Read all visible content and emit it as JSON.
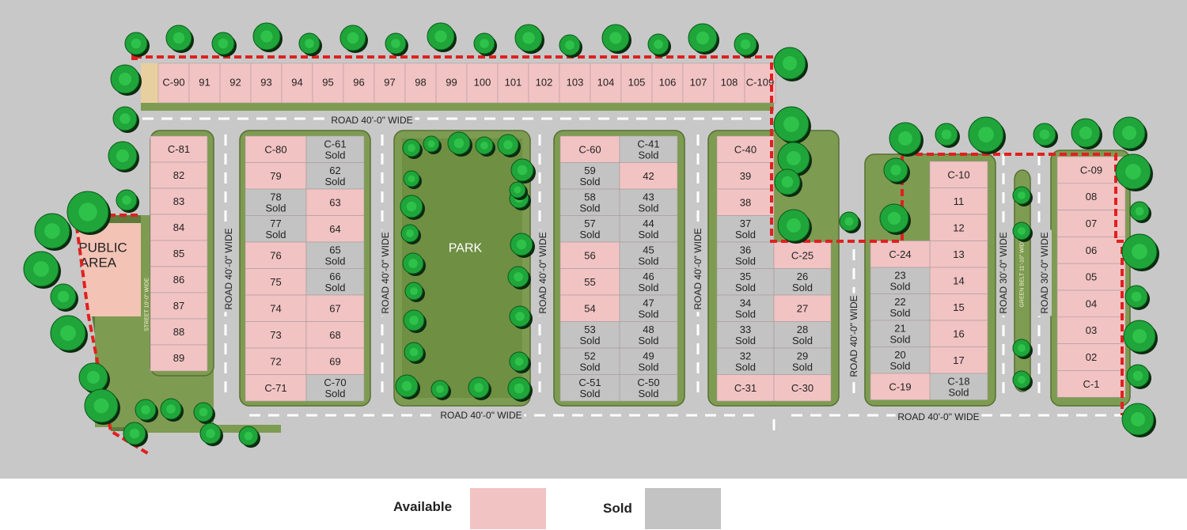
{
  "colors": {
    "available": "#f2c3c3",
    "sold": "#c3c3c3",
    "road": "#c8c8c8",
    "grass": "#7e9b52",
    "grass_dark": "#5f7a3a",
    "boundary": "#e02020",
    "public_area": "#f3c3b6",
    "tree": "#1fa53a"
  },
  "labels": {
    "road_40_h": "ROAD 40'-0\" WIDE",
    "road_40_v": "ROAD 40'-0\" WIDE",
    "road_30_v": "ROAD 30'-0\" WIDE",
    "park": "PARK",
    "public_area_1": "PUBLIC",
    "public_area_2": "AREA",
    "street": "STREET 10'-0\" WIDE",
    "green_belt": "GREEN BELT 11'-10\" WIDE"
  },
  "legend": {
    "available": "Available",
    "sold": "Sold"
  },
  "plots": {
    "top_row": [
      "C-90",
      "91",
      "92",
      "93",
      "94",
      "95",
      "96",
      "97",
      "98",
      "99",
      "100",
      "101",
      "102",
      "103",
      "104",
      "105",
      "106",
      "107",
      "108",
      "C-109"
    ],
    "block1": [
      "C-81",
      "82",
      "83",
      "84",
      "85",
      "86",
      "87",
      "88",
      "89"
    ],
    "block2_left": [
      {
        "n": "C-80",
        "s": false
      },
      {
        "n": "79",
        "s": false
      },
      {
        "n": "78",
        "s": true
      },
      {
        "n": "77",
        "s": true
      },
      {
        "n": "76",
        "s": false
      },
      {
        "n": "75",
        "s": false
      },
      {
        "n": "74",
        "s": false
      },
      {
        "n": "73",
        "s": false
      },
      {
        "n": "72",
        "s": false
      },
      {
        "n": "C-71",
        "s": false
      }
    ],
    "block2_right": [
      {
        "n": "C-61",
        "s": true
      },
      {
        "n": "62",
        "s": true
      },
      {
        "n": "63",
        "s": false
      },
      {
        "n": "64",
        "s": false
      },
      {
        "n": "65",
        "s": true
      },
      {
        "n": "66",
        "s": true
      },
      {
        "n": "67",
        "s": false
      },
      {
        "n": "68",
        "s": false
      },
      {
        "n": "69",
        "s": false
      },
      {
        "n": "C-70",
        "s": true
      }
    ],
    "block4_left": [
      {
        "n": "C-60",
        "s": false
      },
      {
        "n": "59",
        "s": true
      },
      {
        "n": "58",
        "s": true
      },
      {
        "n": "57",
        "s": true
      },
      {
        "n": "56",
        "s": false
      },
      {
        "n": "55",
        "s": false
      },
      {
        "n": "54",
        "s": false
      },
      {
        "n": "53",
        "s": true
      },
      {
        "n": "52",
        "s": true
      },
      {
        "n": "C-51",
        "s": true
      }
    ],
    "block4_right": [
      {
        "n": "C-41",
        "s": true
      },
      {
        "n": "42",
        "s": false
      },
      {
        "n": "43",
        "s": true
      },
      {
        "n": "44",
        "s": true
      },
      {
        "n": "45",
        "s": true
      },
      {
        "n": "46",
        "s": true
      },
      {
        "n": "47",
        "s": true
      },
      {
        "n": "48",
        "s": true
      },
      {
        "n": "49",
        "s": true
      },
      {
        "n": "C-50",
        "s": true
      }
    ],
    "block5_left": [
      {
        "n": "C-40",
        "s": false
      },
      {
        "n": "39",
        "s": false
      },
      {
        "n": "38",
        "s": false
      },
      {
        "n": "37",
        "s": true
      },
      {
        "n": "36",
        "s": true
      },
      {
        "n": "35",
        "s": true
      },
      {
        "n": "34",
        "s": true
      },
      {
        "n": "33",
        "s": true
      },
      {
        "n": "32",
        "s": true
      },
      {
        "n": "C-31",
        "s": false
      }
    ],
    "block5_right": [
      {
        "n": "C-25",
        "s": false
      },
      {
        "n": "26",
        "s": true
      },
      {
        "n": "27",
        "s": false
      },
      {
        "n": "28",
        "s": true
      },
      {
        "n": "29",
        "s": true
      },
      {
        "n": "C-30",
        "s": false
      }
    ],
    "block6_left": [
      {
        "n": "C-24",
        "s": false
      },
      {
        "n": "23",
        "s": true
      },
      {
        "n": "22",
        "s": true
      },
      {
        "n": "21",
        "s": true
      },
      {
        "n": "20",
        "s": true
      },
      {
        "n": "C-19",
        "s": false
      }
    ],
    "block6_right": [
      {
        "n": "C-10",
        "s": false
      },
      {
        "n": "11",
        "s": false
      },
      {
        "n": "12",
        "s": false
      },
      {
        "n": "13",
        "s": false
      },
      {
        "n": "14",
        "s": false
      },
      {
        "n": "15",
        "s": false
      },
      {
        "n": "16",
        "s": false
      },
      {
        "n": "17",
        "s": false
      },
      {
        "n": "C-18",
        "s": true
      }
    ],
    "block7": [
      "C-09",
      "08",
      "07",
      "06",
      "05",
      "04",
      "03",
      "02",
      "C-1"
    ],
    "sold_suffix": "Sold"
  }
}
